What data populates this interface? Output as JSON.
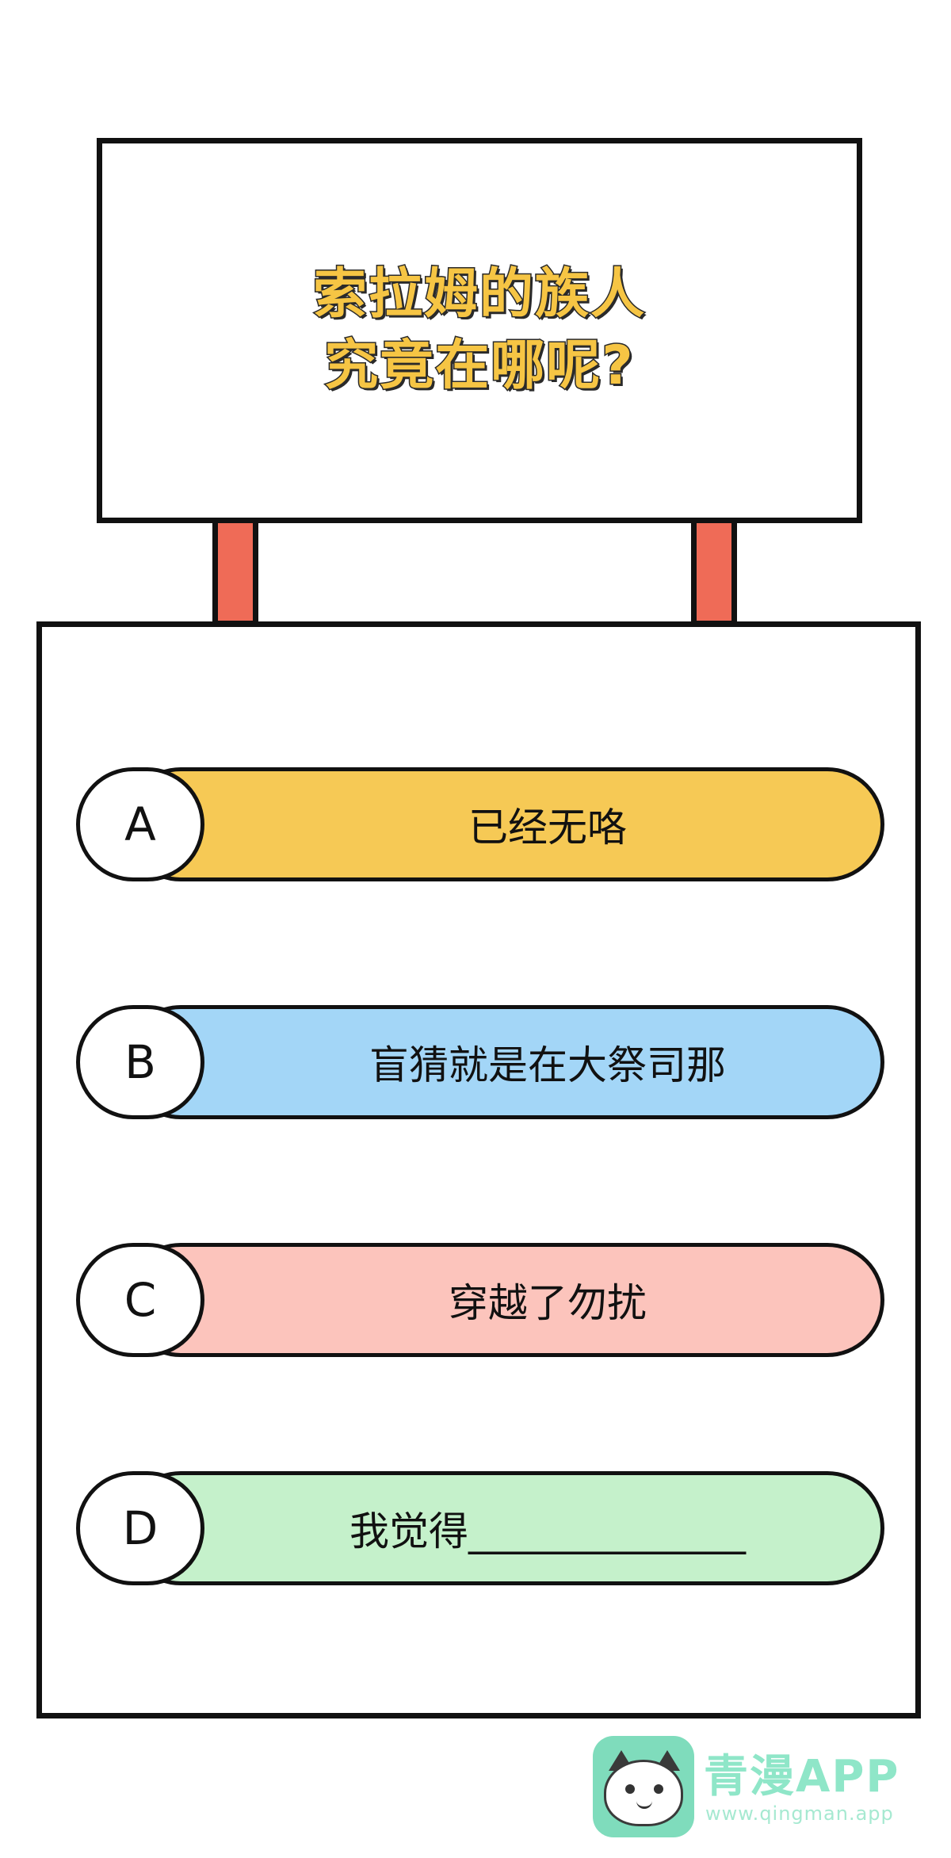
{
  "sign": {
    "line1": "索拉姆的族人",
    "line2": "究竟在哪呢?"
  },
  "options": [
    {
      "letter": "A",
      "text": "已经无咯",
      "color": "#f6c955"
    },
    {
      "letter": "B",
      "text": "盲猜就是在大祭司那",
      "color": "#a3d6f7"
    },
    {
      "letter": "C",
      "text": "穿越了勿扰",
      "color": "#fcc4bc"
    },
    {
      "letter": "D",
      "text": "我觉得______________",
      "color": "#c5f1cb"
    }
  ],
  "watermark": {
    "title": "青漫APP",
    "url": "www.qingman.app",
    "icon": "cat-face-icon"
  },
  "colors": {
    "title_fill": "#f6c544",
    "post": "#ef6b57",
    "outline": "#111111"
  }
}
